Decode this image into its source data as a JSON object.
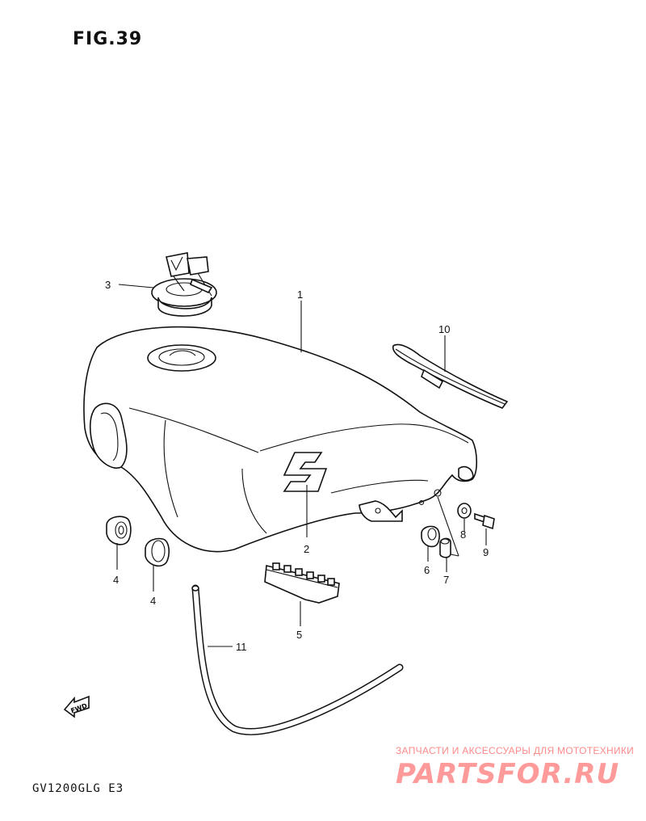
{
  "figure_title": "FIG.39",
  "model_code": "GV1200GLG E3",
  "fwd_label": "FWD",
  "watermark": {
    "tagline": "ЗАПЧАСТИ И АКСЕССУАРЫ ДЛЯ МОТОТЕХНИКИ",
    "logo": "PARTSFOR.RU"
  },
  "callouts": [
    "1",
    "2",
    "3",
    "4",
    "4",
    "5",
    "6",
    "7",
    "8",
    "9",
    "10",
    "11"
  ]
}
